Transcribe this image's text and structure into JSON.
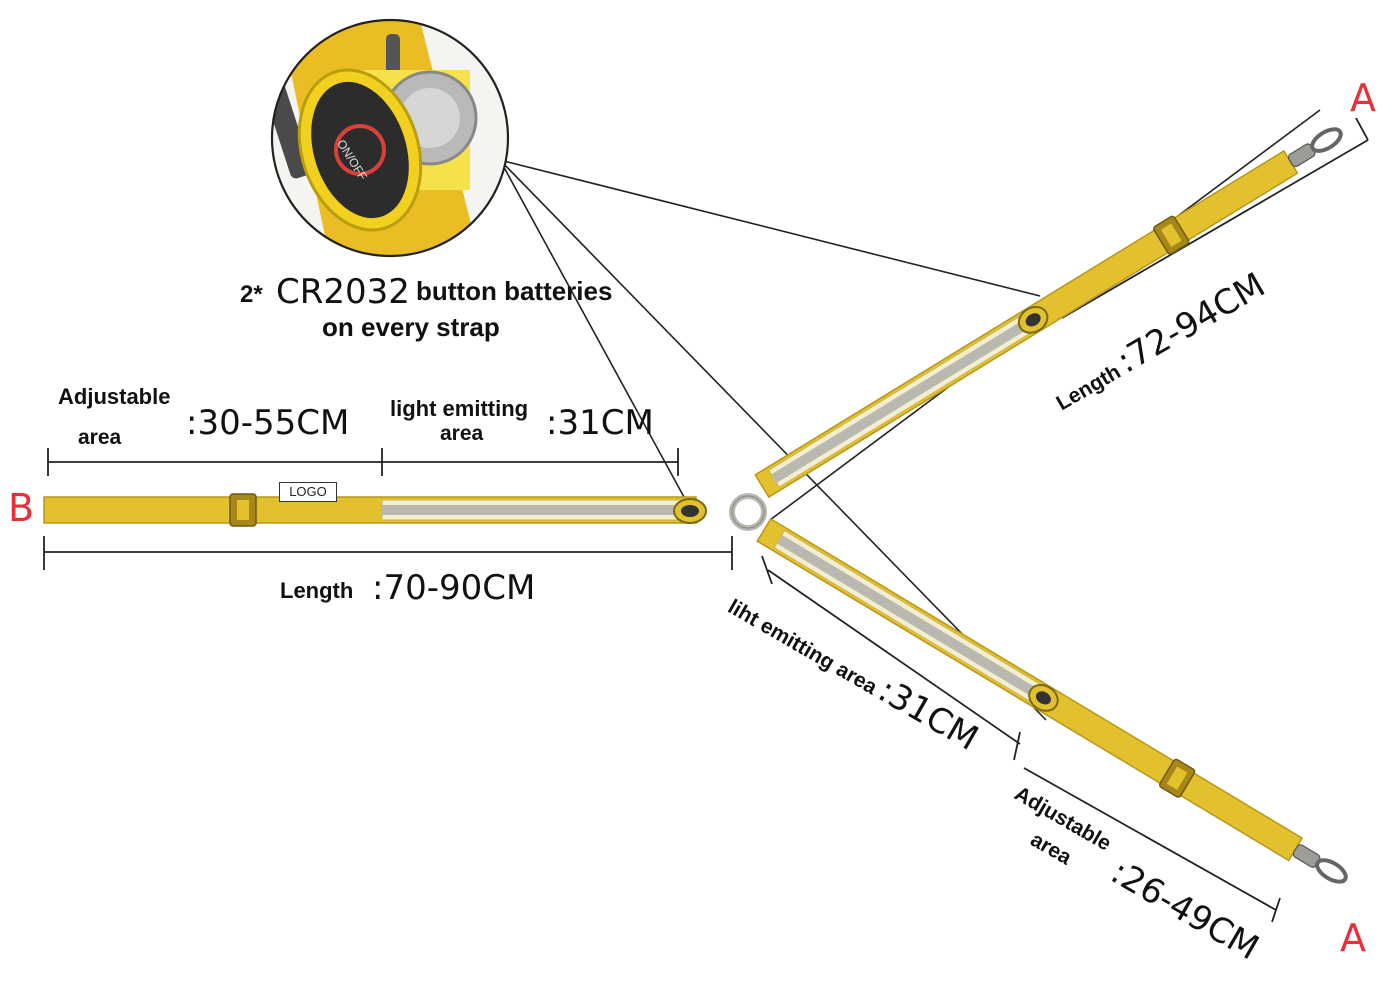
{
  "battery": {
    "prefix": "2*",
    "model": "CR2032",
    "line1_rest": "button batteries",
    "line2": "on every strap",
    "switch_label": "ON/OFF"
  },
  "left_strap": {
    "end_letter": "B",
    "adjustable_label_1": "Adjustable",
    "adjustable_label_2": "area",
    "adjustable_value": ":30-55CM",
    "light_label_1": "light emitting",
    "light_label_2": "area",
    "light_value": ":31CM",
    "logo": "LOGO",
    "length_label": "Length",
    "length_value": ":70-90CM"
  },
  "upper_strap": {
    "end_letter": "A",
    "length_label": "Length",
    "length_value": ":72-94CM"
  },
  "lower_strap": {
    "end_letter": "A",
    "light_label": "liht emitting area",
    "light_value": ":31CM",
    "adjustable_label_1": "Adjustable",
    "adjustable_label_2": "area",
    "adjustable_value": ":26-49CM"
  },
  "colors": {
    "strap_yellow": "#e3c12e",
    "strap_edge": "#b89716",
    "reflective_gray": "#b9b9b2",
    "letter_red": "#e8303a",
    "line_black": "#222222"
  }
}
